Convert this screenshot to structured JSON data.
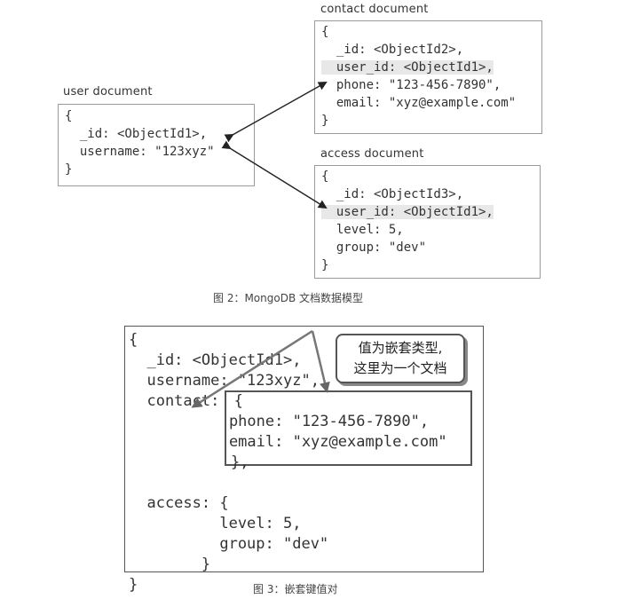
{
  "figure2": {
    "user_doc": {
      "label": "user document",
      "lines": [
        "{",
        "  _id: <ObjectId1>,",
        "  username: \"123xyz\"",
        "}"
      ]
    },
    "contact_doc": {
      "label": "contact document",
      "lines": [
        "{",
        "  _id: <ObjectId2>,",
        "  user_id: <ObjectId1>,",
        "  phone: \"123-456-7890\",",
        "  email: \"xyz@example.com\"",
        "}"
      ]
    },
    "access_doc": {
      "label": "access document",
      "lines": [
        "{",
        "  _id: <ObjectId3>,",
        "  user_id: <ObjectId1>,",
        "  level: 5,",
        "  group: \"dev\"",
        "}"
      ]
    },
    "caption": "图 2：MongoDB 文档数据模型"
  },
  "figure3": {
    "lines": {
      "l1": "{",
      "l2": "  _id: <ObjectId1>,",
      "l3": "  username: \"123xyz\",",
      "l4": "  contact: ",
      "l5": "{",
      "l6": "    phone: \"123-456-7890\",",
      "l7": "    email: \"xyz@example.com\"",
      "l8": "},",
      "l9": "  access: {",
      "l10": "          level: 5,",
      "l11": "          group: \"dev\"",
      "l12": "        }",
      "l13": "}"
    },
    "callout": {
      "line1": "值为嵌套类型,",
      "line2": "这里为一个文档"
    },
    "caption": "图 3：嵌套键值对"
  }
}
